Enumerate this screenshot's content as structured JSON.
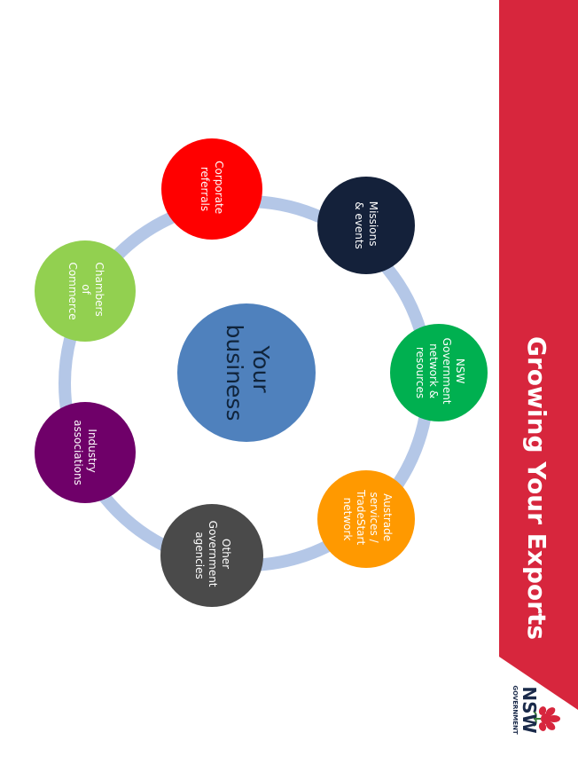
{
  "title": "Growing Your Exports",
  "center": {
    "label": "Your business",
    "lines": [
      "Your",
      "business"
    ],
    "color": "#4f81bd"
  },
  "nodes": [
    {
      "id": "missions-events",
      "lines": [
        "Missions",
        "& events"
      ],
      "color": "#14213a"
    },
    {
      "id": "nsw-government-network",
      "lines": [
        "NSW",
        "Government",
        "network &",
        "resources"
      ],
      "color": "#00b050"
    },
    {
      "id": "austrade-services",
      "lines": [
        "Austrade",
        "services /",
        "TradeStart",
        "network"
      ],
      "color": "#ff9900"
    },
    {
      "id": "other-government-agencies",
      "lines": [
        "Other",
        "Government",
        "agencies"
      ],
      "color": "#4a4a4a"
    },
    {
      "id": "industry-associations",
      "lines": [
        "Industry",
        "associations"
      ],
      "color": "#6f0069"
    },
    {
      "id": "chambers-of-commerce",
      "lines": [
        "Chambers",
        "of",
        "Commerce"
      ],
      "color": "#92d050"
    },
    {
      "id": "corporate-referrals",
      "lines": [
        "Corporate",
        "referrals"
      ],
      "color": "#ff0000"
    }
  ],
  "ring_color": "#b4c7e7",
  "banner_color": "#d7263d",
  "logo": {
    "text": "NSW",
    "subtext": "GOVERNMENT",
    "icon": "waratah-icon",
    "color": "#d7263d"
  }
}
